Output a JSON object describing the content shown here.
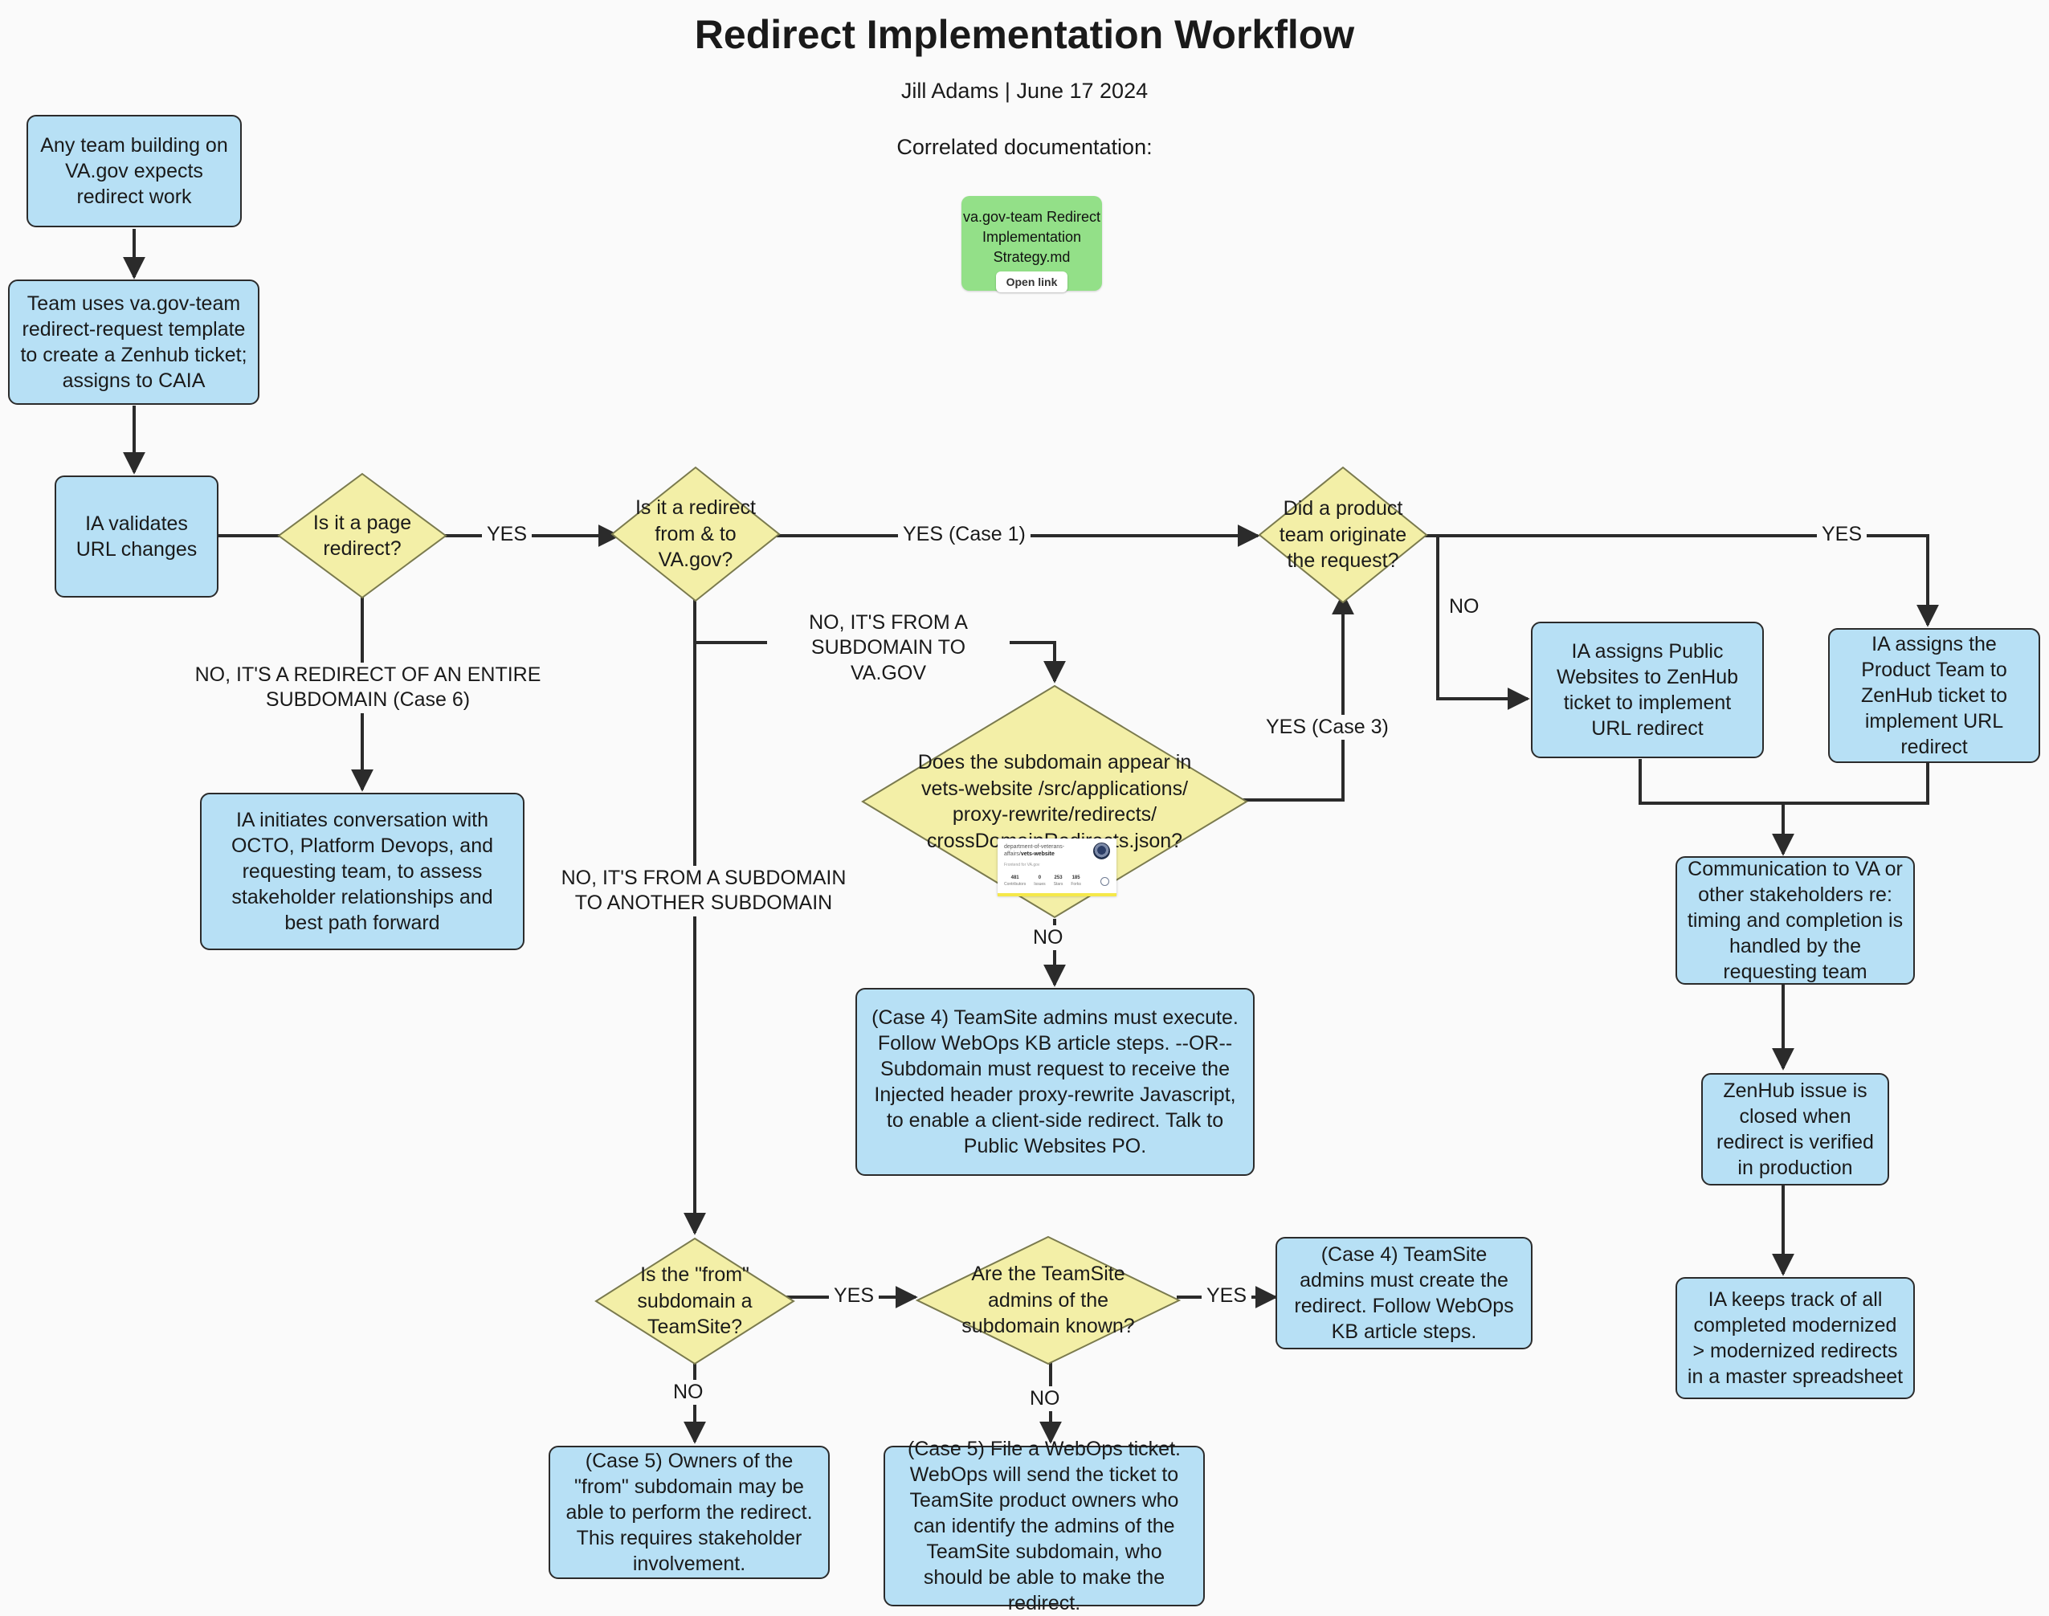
{
  "header": {
    "title": "Redirect Implementation Workflow",
    "subtitle": "Jill Adams | June 17 2024",
    "correlated_label": "Correlated documentation:"
  },
  "doc_card": {
    "title": "va.gov-team Redirect Implementation Strategy.md",
    "button_label": "Open link",
    "color": "#93e088"
  },
  "colors": {
    "process": "#b7e0f5",
    "decision": "#f3efa7",
    "stroke": "#2b2b2b",
    "background": "#fafafa"
  },
  "github_thumb": {
    "owner": "department-of-veterans-affairs/",
    "repo": "vets-website",
    "description": "Frontend for VA.gov",
    "stats": [
      {
        "value": "481",
        "label": "Contributors"
      },
      {
        "value": "0",
        "label": "Issues"
      },
      {
        "value": "253",
        "label": "Stars"
      },
      {
        "value": "185",
        "label": "Forks"
      }
    ]
  },
  "nodes": {
    "start": "Any team building on VA.gov expects redirect work",
    "template": "Team uses va.gov-team redirect-request template to create a Zenhub ticket; assigns to CAIA",
    "ia_validates": "IA validates URL changes",
    "q_page_redirect": "Is it a page redirect?",
    "q_from_to_vagov": "Is it a redirect from & to VA.gov?",
    "q_product_team": "Did a product team originate the request?",
    "ia_initiates": "IA initiates conversation with OCTO, Platform Devops, and requesting team, to assess stakeholder relationships and best path forward",
    "q_subdomain_json": "Does the subdomain appear in vets-website /src/applications/ proxy-rewrite/redirects/ crossDomainRedirects.json?",
    "case4_teamsite_exec": "(Case 4) TeamSite admins must execute. Follow WebOps KB article steps. --OR-- Subdomain must request to receive the Injected header proxy-rewrite Javascript, to enable a client-side redirect. Talk to Public Websites PO.",
    "ia_assigns_public_websites": "IA assigns Public Websites to ZenHub ticket to implement URL redirect",
    "ia_assigns_product_team": "IA assigns the Product Team to ZenHub ticket to implement URL redirect",
    "communication": "Communication to VA or other stakeholders re: timing and completion is handled by the requesting team",
    "zenhub_closed": "ZenHub issue is closed when redirect is verified in production",
    "ia_keeps_track": "IA keeps track of all completed modernized > modernized redirects in a master spreadsheet",
    "q_from_teamsite": "Is the \"from\" subdomain a TeamSite?",
    "q_admins_known": "Are the TeamSite admins of the subdomain known?",
    "case4_create": "(Case 4) TeamSite admins must create the redirect. Follow WebOps KB article steps.",
    "case5_owners": "(Case 5) Owners of the \"from\" subdomain may be able to perform the redirect. This requires stakeholder involvement.",
    "case5_webops": "(Case 5) File a WebOps ticket. WebOps will send the ticket to TeamSite product owners who can identify the admins of the TeamSite subdomain, who should be able to make the redirect."
  },
  "edge_labels": {
    "yes_page_redirect": "YES",
    "no_entire_subdomain": "NO, IT'S A REDIRECT OF AN ENTIRE\nSUBDOMAIN (Case 6)",
    "yes_case1": "YES (Case 1)",
    "no_subdomain_to_vagov": "NO, IT'S FROM A\nSUBDOMAIN TO VA.GOV",
    "no_subdomain_to_subdomain": "NO, IT'S FROM A SUBDOMAIN\nTO ANOTHER SUBDOMAIN",
    "yes_case3": "YES (Case 3)",
    "no_json": "NO",
    "no_product_team": "NO",
    "yes_product_team": "YES",
    "yes_teamsite": "YES",
    "no_teamsite": "NO",
    "yes_admins_known": "YES",
    "no_admins_known": "NO"
  }
}
